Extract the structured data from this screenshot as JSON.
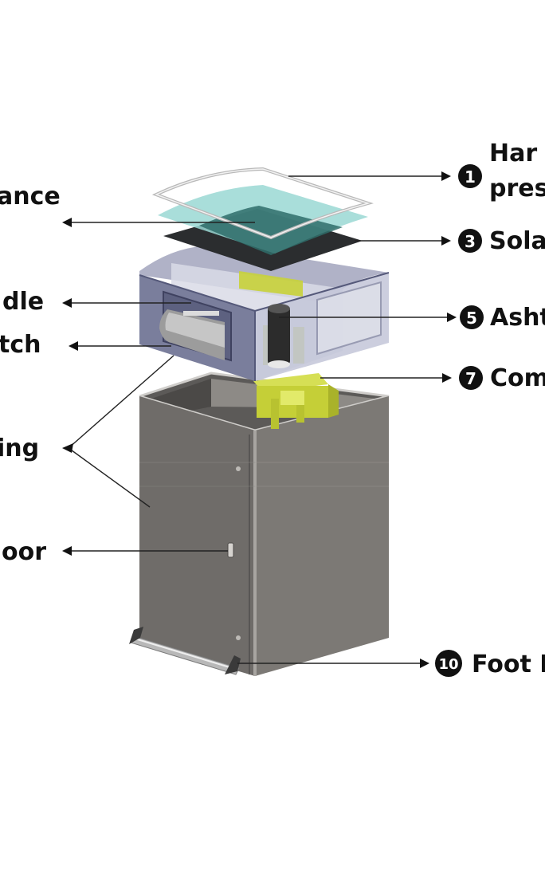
{
  "left_labels": [
    {
      "id": "l1",
      "text": "ance"
    },
    {
      "id": "l2",
      "text": "dle"
    },
    {
      "id": "l3",
      "text": "tch"
    },
    {
      "id": "l4",
      "text": "ing"
    },
    {
      "id": "l5",
      "text": "oor"
    }
  ],
  "right_callouts": [
    {
      "id": "r1",
      "number": "1",
      "text": "Har",
      "text2": "pres"
    },
    {
      "id": "r3",
      "number": "3",
      "text": "Sola",
      "text2": ""
    },
    {
      "id": "r5",
      "number": "5",
      "text": "Asht",
      "text2": ""
    },
    {
      "id": "r7",
      "number": "7",
      "text": "Com",
      "text2": ""
    },
    {
      "id": "r10",
      "number": "10",
      "text": "Foot I",
      "text2": ""
    }
  ],
  "colors": {
    "cabinet_dark": "#6f6c69",
    "cabinet_mid": "#807d79",
    "cabinet_light": "#9a9895",
    "lid_blue": "#8a8da8",
    "lid_blue_dark": "#6b6f8c",
    "glass_teal": "#8fd3cf",
    "panel_teal": "#2f6d6a",
    "solar_dark": "#2a2c2e",
    "frame_silver": "#d8d8d8",
    "mechanism_yellow": "#c8d23a",
    "leader": "#222222",
    "badge": "#111111"
  }
}
